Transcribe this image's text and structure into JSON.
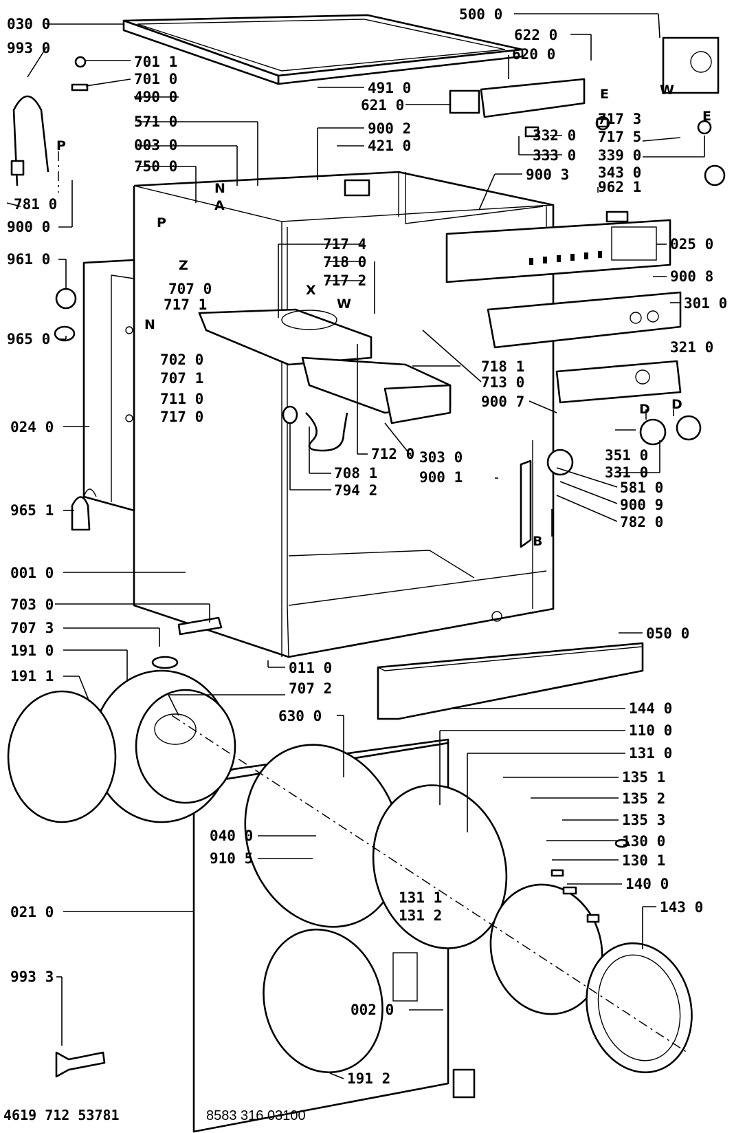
{
  "callouts": {
    "c030_0": "030 0",
    "c993_0": "993 0",
    "c701_1": "701 1",
    "c701_0": "701 0",
    "c490_0": "490 0",
    "c571_0": "571 0",
    "c003_0": "003 0",
    "c750_0": "750 0",
    "c781_0": "781 0",
    "c900_0": "900 0",
    "c961_0": "961 0",
    "c965_0": "965 0",
    "c707_0": "707 0",
    "c717_1": "717 1",
    "c702_0": "702 0",
    "c707_1": "707 1",
    "c711_0": "711 0",
    "c717_0": "717 0",
    "c024_0": "024 0",
    "c965_1": "965 1",
    "c001_0": "001 0",
    "c703_0": "703 0",
    "c707_3": "707 3",
    "c191_0": "191 0",
    "c191_1": "191 1",
    "c021_0": "021 0",
    "c993_3": "993 3",
    "c500_0": "500 0",
    "c622_0": "622 0",
    "c620_0": "620 0",
    "c491_0": "491 0",
    "c621_0": "621 0",
    "c900_2": "900 2",
    "c421_0": "421 0",
    "c900_3": "900 3",
    "c332_0": "332 0",
    "c333_0": "333 0",
    "c717_3": "717 3",
    "c717_5": "717 5",
    "c339_0": "339 0",
    "c343_0": "343 0",
    "c962_1": "962 1",
    "c025_0": "025 0",
    "c900_8": "900 8",
    "c717_4": "717 4",
    "c718_0": "718 0",
    "c717_2": "717 2",
    "c301_0": "301 0",
    "c321_0": "321 0",
    "c718_1": "718 1",
    "c713_0": "713 0",
    "c900_7": "900 7",
    "c351_0": "351 0",
    "c331_0": "331 0",
    "c581_0": "581 0",
    "c900_9": "900 9",
    "c782_0": "782 0",
    "c712_0": "712 0",
    "c303_0": "303 0",
    "c708_1": "708 1",
    "c900_1": "900 1",
    "c794_2": "794 2",
    "c050_0": "050 0",
    "c011_0": "011 0",
    "c707_2": "707 2",
    "c630_0": "630 0",
    "c040_0": "040 0",
    "c910_5": "910 5",
    "c144_0": "144 0",
    "c110_0": "110 0",
    "c131_0": "131 0",
    "c135_1": "135 1",
    "c135_2": "135 2",
    "c135_3": "135 3",
    "c130_0": "130 0",
    "c130_1": "130 1",
    "c140_0": "140 0",
    "c143_0": "143 0",
    "c131_1": "131 1",
    "c131_2": "131 2",
    "c002_0": "002 0",
    "c191_2": "191 2"
  },
  "letters": {
    "P1": "P",
    "P2": "P",
    "N1": "N",
    "A": "A",
    "Z": "Z",
    "N2": "N",
    "X": "X",
    "W1": "W",
    "W2": "W",
    "E1": "E",
    "E2": "E",
    "D1": "D",
    "D2": "D",
    "B": "B"
  },
  "footer": {
    "left_code": "4619 712 53781",
    "right_code": "8583 316 03100"
  }
}
